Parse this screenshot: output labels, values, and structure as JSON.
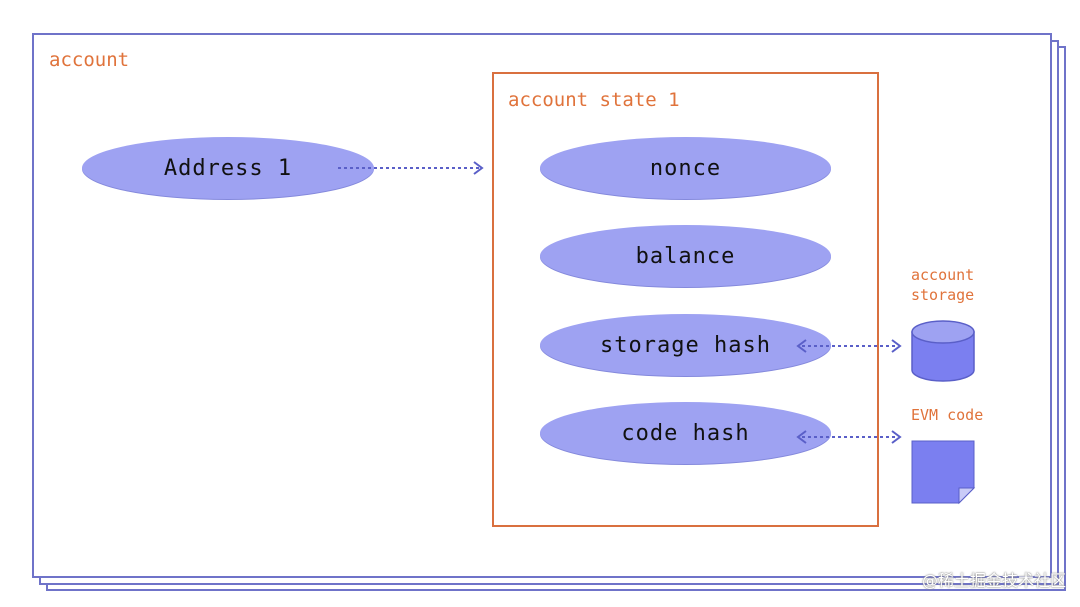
{
  "account": {
    "title": "account"
  },
  "address": {
    "label": "Address 1"
  },
  "account_state": {
    "title": "account state 1",
    "fields": [
      "nonce",
      "balance",
      "storage hash",
      "code hash"
    ]
  },
  "storage": {
    "label": "account\nstorage"
  },
  "evm": {
    "label": "EVM code"
  },
  "watermark": "@稀土掘金技术社区",
  "colors": {
    "frame": "#6f73c9",
    "accent_orange": "#e0733b",
    "ellipse_fill": "#9ea2f2",
    "icon_fill": "#7b7ff0",
    "arrow": "#5a5fc8"
  }
}
